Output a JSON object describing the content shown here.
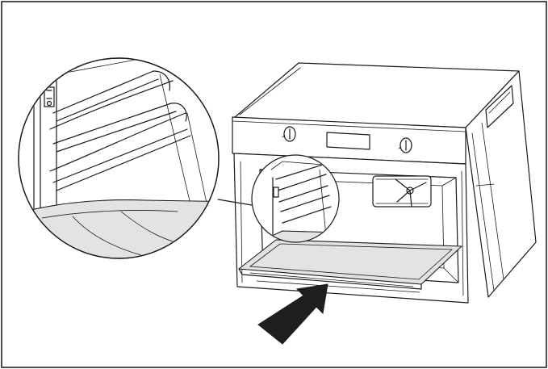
{
  "figure": {
    "caption": "",
    "colors": {
      "line": "#1a1a1a",
      "tray_fill": "#e3e3e3",
      "arrow": "#1e1e1e",
      "background": "#ffffff"
    },
    "icons": [
      "oven",
      "control-knob",
      "display-panel",
      "fan",
      "shelf-rail",
      "baking-tray",
      "insert-arrow",
      "magnifier-circle"
    ]
  }
}
